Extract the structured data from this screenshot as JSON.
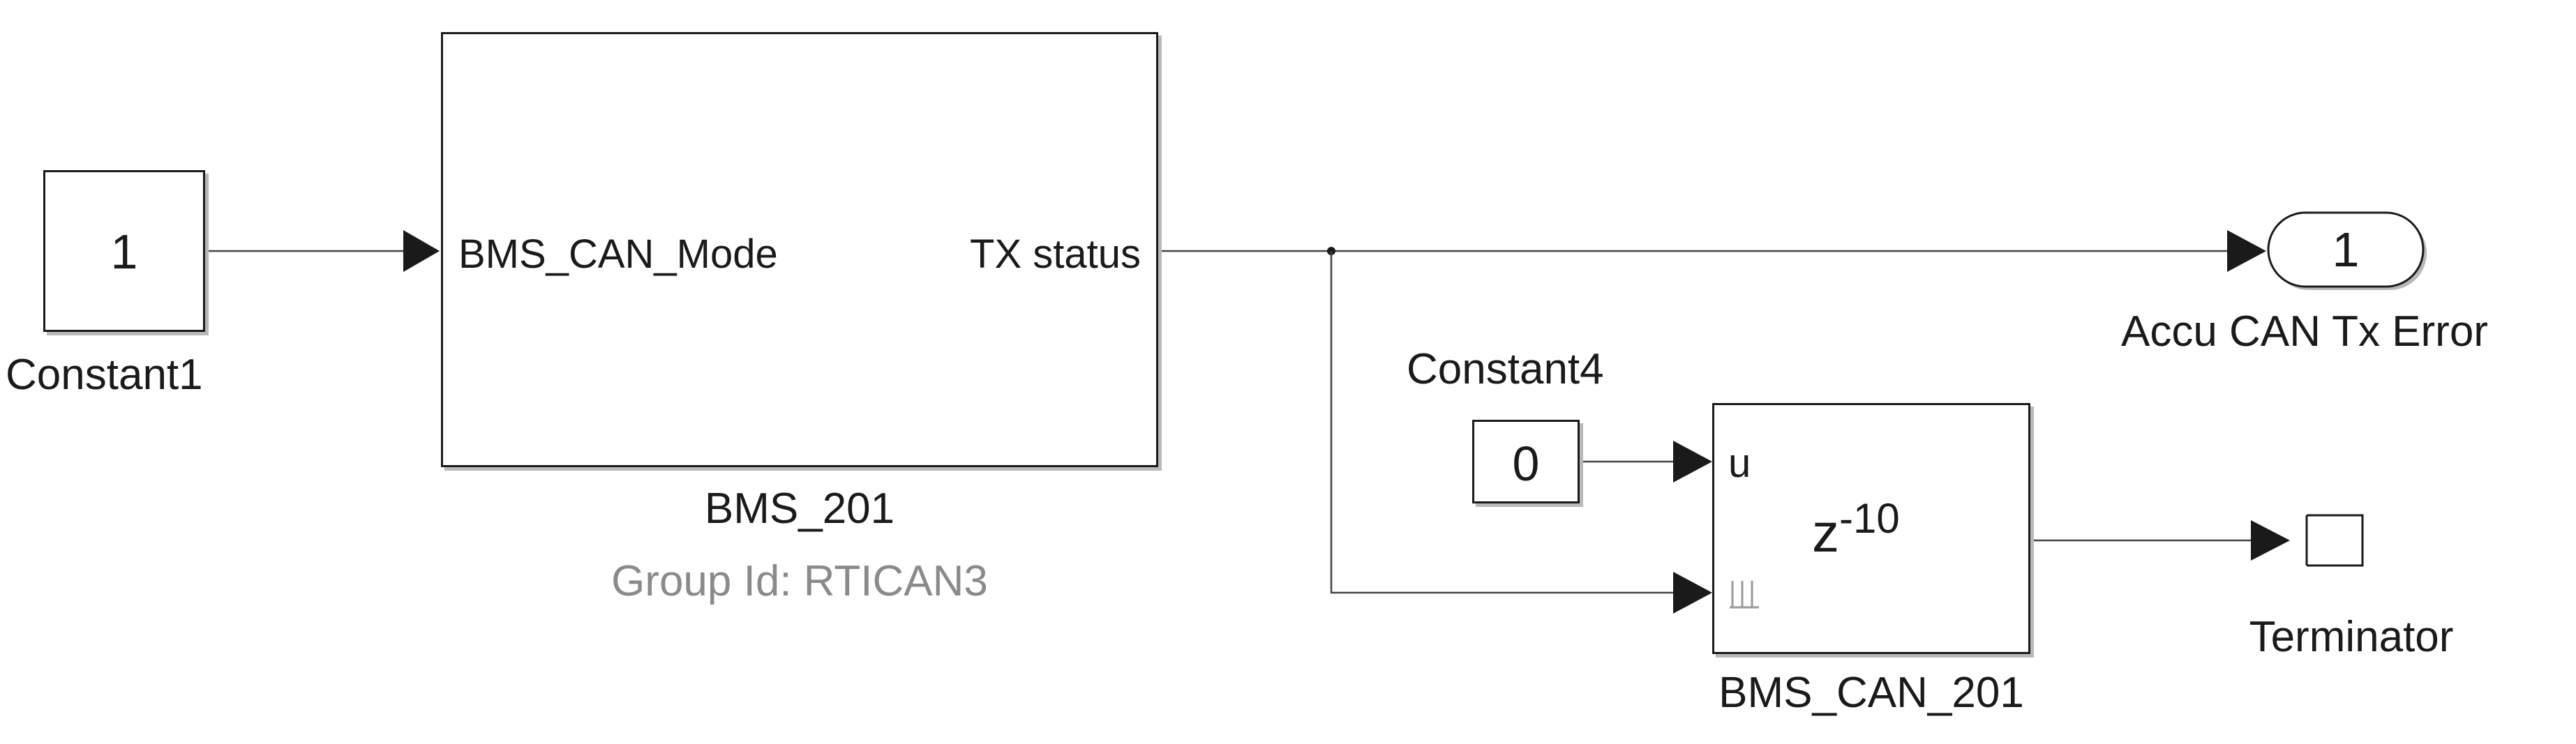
{
  "colors": {
    "line": "#1a1a1a",
    "shadow": "#b9b9b9",
    "secondary_text": "#8a8a8a",
    "background": "#ffffff"
  },
  "constant1": {
    "value": "1",
    "name": "Constant1"
  },
  "bms_201": {
    "input_port": "BMS_CAN_Mode",
    "output_port": "TX status",
    "name": "BMS_201",
    "group": "Group Id: RTICAN3"
  },
  "outport": {
    "number": "1",
    "name": "Accu CAN Tx Error"
  },
  "constant4": {
    "value": "0",
    "name": "Constant4"
  },
  "delay": {
    "port_u": "u",
    "base": "z",
    "exponent": "-10",
    "name": "BMS_CAN_201",
    "icon": "reset-port-icon"
  },
  "terminator": {
    "name": "Terminator",
    "icon": "terminator-icon"
  }
}
